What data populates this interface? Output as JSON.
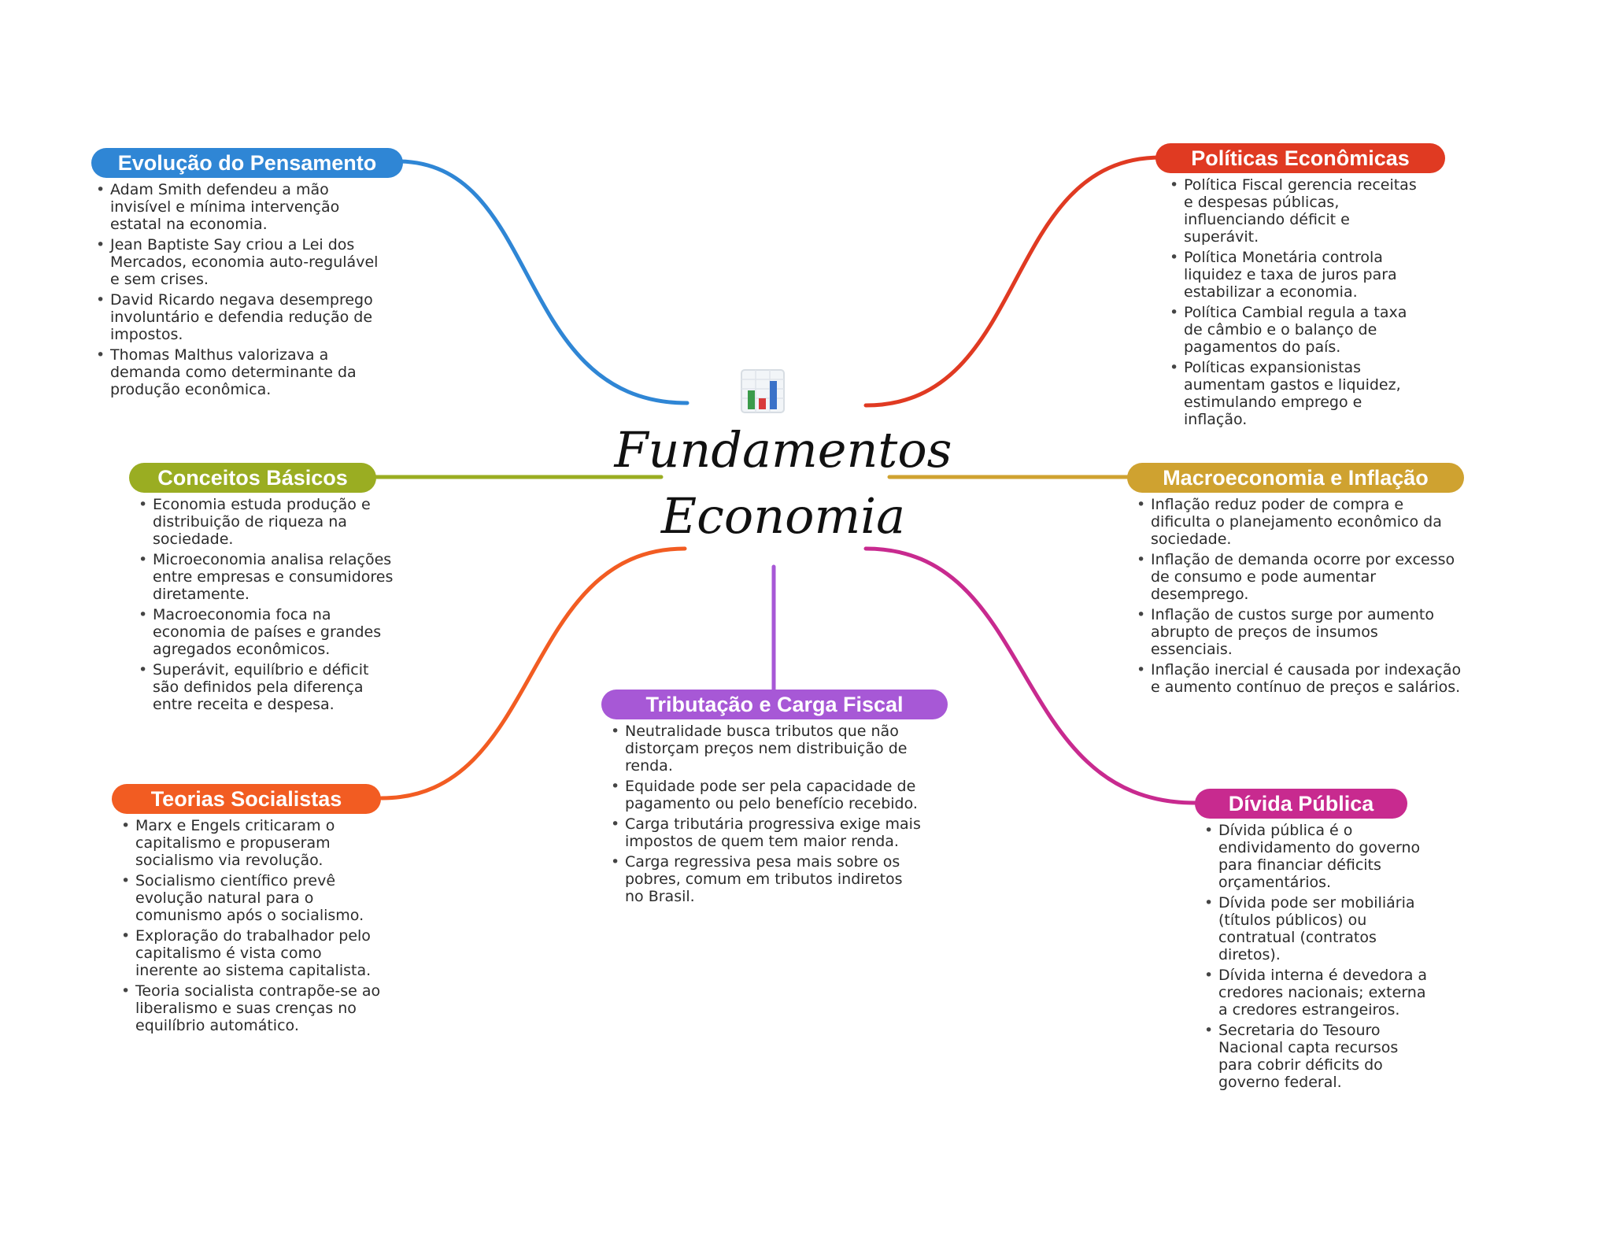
{
  "central": {
    "title_line1": "Fundamentos",
    "title_line2": "Economia",
    "icon": "bar-chart-icon"
  },
  "branches": [
    {
      "id": "evolucao",
      "label": "Evolução do Pensamento",
      "color": "#2f86d5",
      "items": [
        "Adam Smith defendeu a mão invisível e mínima intervenção estatal na economia.",
        "Jean Baptiste Say criou a Lei dos Mercados, economia auto-regulável e sem crises.",
        "David Ricardo negava desemprego involuntário e defendia redução de impostos.",
        "Thomas Malthus valorizava a demanda como determinante da produção econômica."
      ]
    },
    {
      "id": "politicas",
      "label": "Políticas Econômicas",
      "color": "#e03a22",
      "items": [
        "Política Fiscal gerencia receitas e despesas públicas, influenciando déficit e superávit.",
        "Política Monetária controla liquidez e taxa de juros para estabilizar a economia.",
        "Política Cambial regula a taxa de câmbio e o balanço de pagamentos do país.",
        "Políticas expansionistas aumentam gastos e liquidez, estimulando emprego e inflação."
      ]
    },
    {
      "id": "conceitos",
      "label": "Conceitos Básicos",
      "color": "#9aad22",
      "items": [
        "Economia estuda produção e distribuição de riqueza na sociedade.",
        "Microeconomia analisa relações entre empresas e consumidores diretamente.",
        "Macroeconomia foca na economia de países e grandes agregados econômicos.",
        "Superávit, equilíbrio e déficit são definidos pela diferença entre receita e despesa."
      ]
    },
    {
      "id": "macro",
      "label": "Macroeconomia e Inflação",
      "color": "#cfa230",
      "items": [
        "Inflação reduz poder de compra e dificulta o planejamento econômico da sociedade.",
        "Inflação de demanda ocorre por excesso de consumo e pode aumentar desemprego.",
        "Inflação de custos surge por aumento abrupto de preços de insumos essenciais.",
        "Inflação inercial é causada por indexação e aumento contínuo de preços e salários."
      ]
    },
    {
      "id": "tributacao",
      "label": "Tributação e Carga Fiscal",
      "color": "#a758d6",
      "items": [
        "Neutralidade busca tributos que não distorçam preços nem distribuição de renda.",
        "Equidade pode ser pela capacidade de pagamento ou pelo benefício recebido.",
        "Carga tributária progressiva exige mais impostos de quem tem maior renda.",
        "Carga regressiva pesa mais sobre os pobres, comum em tributos indiretos no Brasil."
      ]
    },
    {
      "id": "socialistas",
      "label": "Teorias Socialistas",
      "color": "#f25c22",
      "items": [
        "Marx e Engels criticaram o capitalismo e propuseram socialismo via revolução.",
        "Socialismo científico prevê evolução natural para o comunismo após o socialismo.",
        "Exploração do trabalhador pelo capitalismo é vista como inerente ao sistema capitalista.",
        "Teoria socialista contrapõe-se ao liberalismo e suas crenças no equilíbrio automático."
      ]
    },
    {
      "id": "divida",
      "label": "Dívida Pública",
      "color": "#c82a8f",
      "items": [
        "Dívida pública é o endividamento do governo para financiar déficits orçamentários.",
        "Dívida pode ser mobiliária (títulos públicos) ou contratual (contratos diretos).",
        "Dívida interna é devedora a credores nacionais; externa a credores estrangeiros.",
        "Secretaria do Tesouro Nacional capta recursos para cobrir déficits do governo federal."
      ]
    }
  ]
}
